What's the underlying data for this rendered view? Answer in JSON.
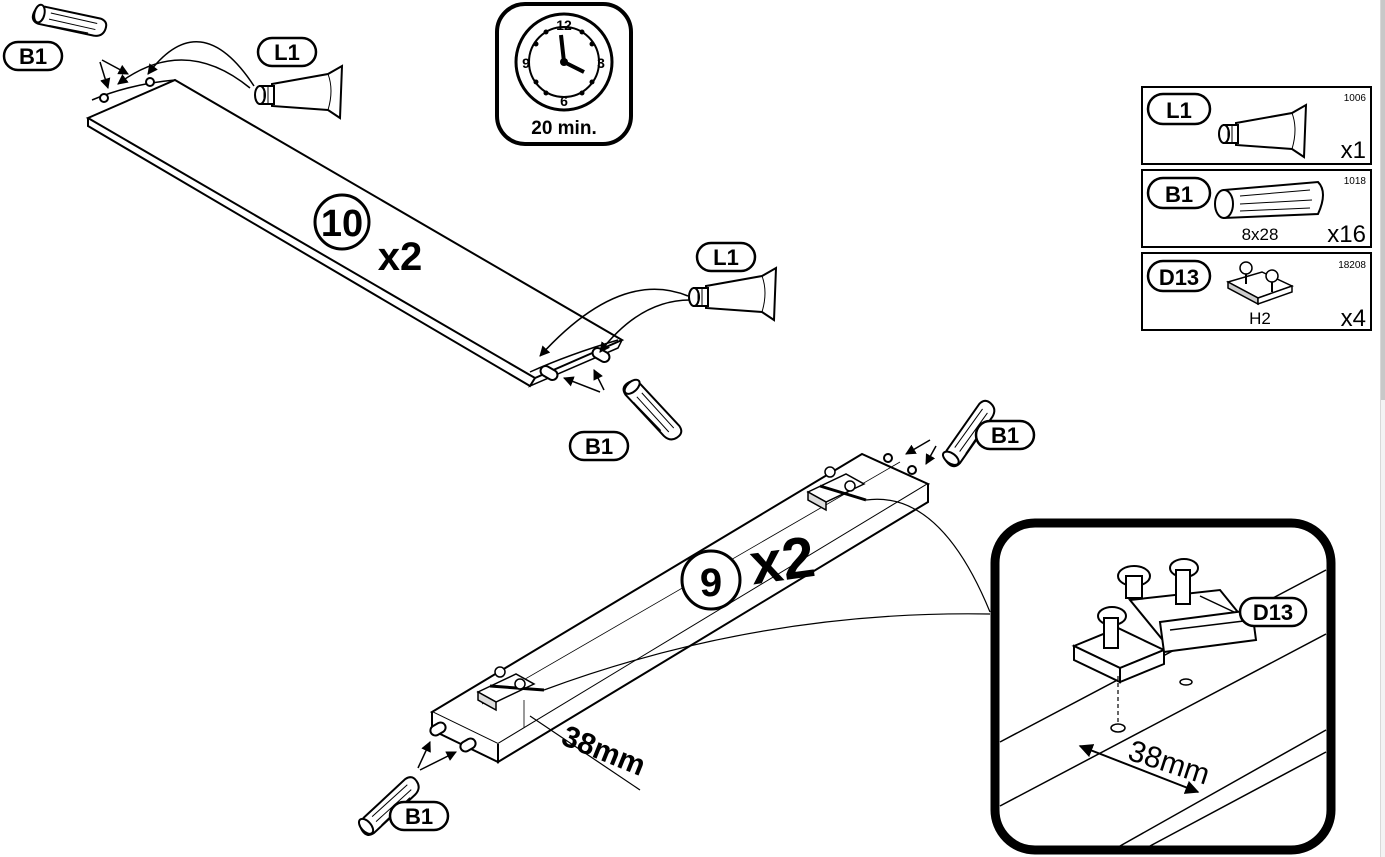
{
  "timer": {
    "h12": "12",
    "h3": "3",
    "h6": "6",
    "h9": "9",
    "duration": "20 min."
  },
  "parts": [
    {
      "code": "L1",
      "ref": "1006",
      "size": "",
      "qty": "x1"
    },
    {
      "code": "B1",
      "ref": "1018",
      "size": "8x28",
      "qty": "x16"
    },
    {
      "code": "D13",
      "ref": "18208",
      "size": "H2",
      "qty": "x4"
    }
  ],
  "panel_upper": {
    "number": "10",
    "count": "x2"
  },
  "panel_lower": {
    "number": "9",
    "count": "x2"
  },
  "callouts": {
    "b1_top_left": "B1",
    "l1_top": "L1",
    "l1_mid": "L1",
    "b1_mid": "B1",
    "b1_right": "B1",
    "b1_bottom": "B1",
    "d13_detail": "D13"
  },
  "dimensions": {
    "main": "38mm",
    "detail": "38mm"
  }
}
